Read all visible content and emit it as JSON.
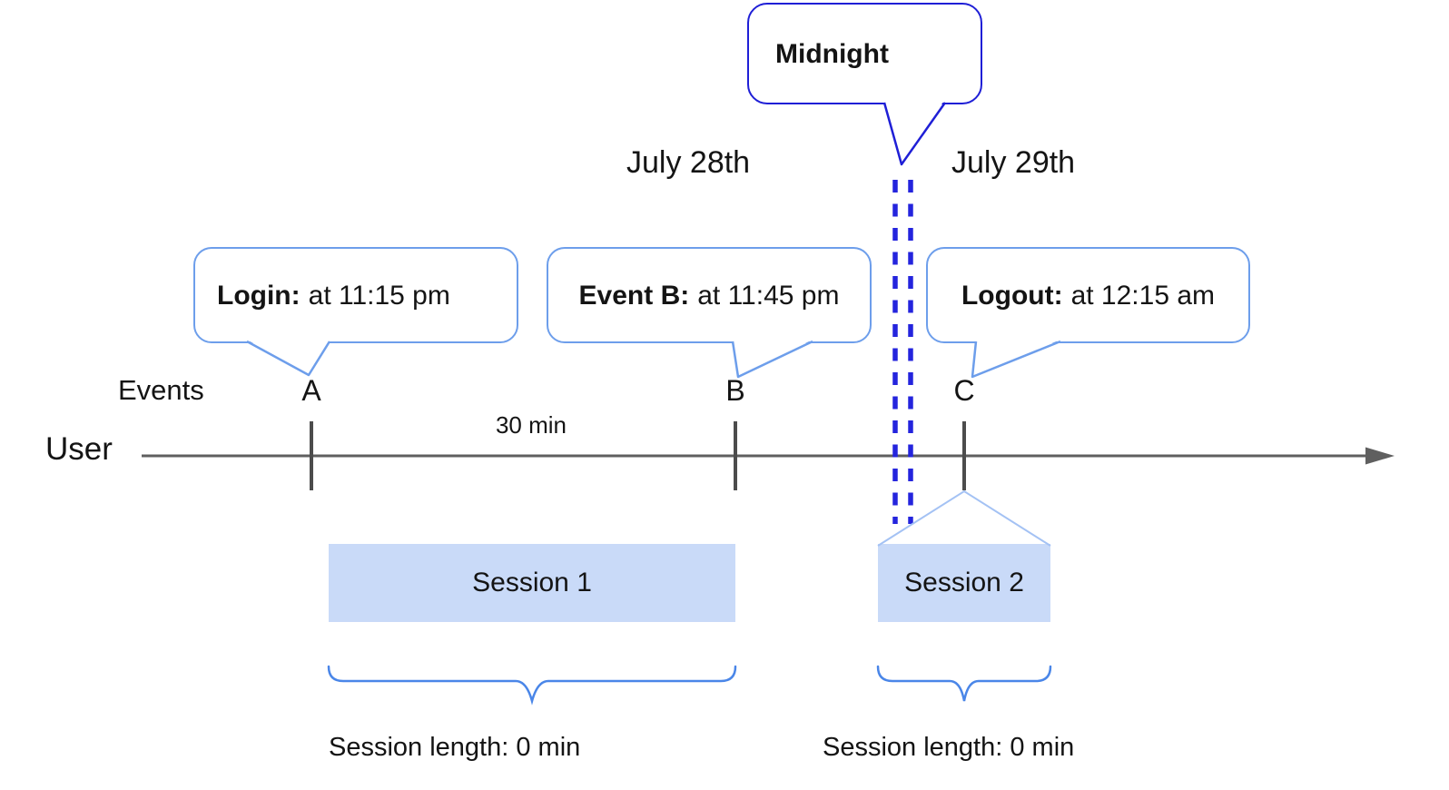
{
  "colors": {
    "midnight_blue": "#1f1fd6",
    "dash_blue": "#2424dd",
    "bubble_blue": "#6d9eeb",
    "session_fill": "#c9daf8",
    "roof_blue": "#a4c2f4",
    "brace_blue": "#4a86e8",
    "line_gray": "#5f5f5f",
    "text_color": "#141414"
  },
  "midnight_callout": {
    "label": "Midnight"
  },
  "date_labels": {
    "left": "July 28th",
    "right": "July 29th"
  },
  "event_callouts": [
    {
      "title": "Login:",
      "detail": "at 11:15 pm"
    },
    {
      "title": "Event B:",
      "detail": "at 11:45 pm"
    },
    {
      "title": "Logout:",
      "detail": "at 12:15 am"
    }
  ],
  "timeline": {
    "row_label": "Events",
    "axis_label": "User",
    "interval_label": "30 min",
    "event_markers": [
      "A",
      "B",
      "C"
    ]
  },
  "sessions": [
    {
      "label": "Session 1",
      "length_label": "Session length: 0 min"
    },
    {
      "label": "Session 2",
      "length_label": "Session length: 0 min"
    }
  ]
}
